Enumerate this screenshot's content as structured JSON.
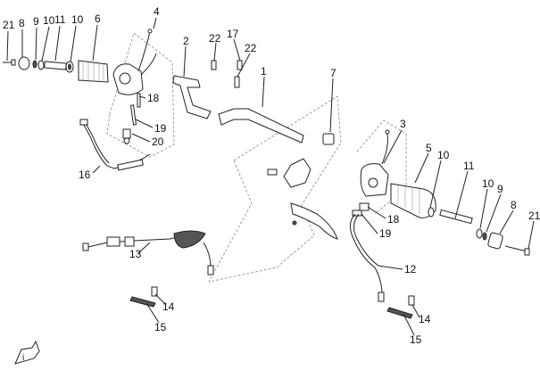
{
  "labels": {
    "n21_left": "21",
    "n8_left": "8",
    "n9_left": "9",
    "n10_left_a": "10",
    "n11_left": "11",
    "n10_left_b": "10",
    "n6": "6",
    "n4": "4",
    "n2": "2",
    "n22_a": "22",
    "n17": "17",
    "n22_b": "22",
    "n1": "1",
    "n7": "7",
    "n18_left": "18",
    "n19_left": "19",
    "n20": "20",
    "n16": "16",
    "n3": "3",
    "n5": "5",
    "n10_right_a": "10",
    "n11_right": "11",
    "n10_right_b": "10",
    "n9_right": "9",
    "n8_right": "8",
    "n21_right": "21",
    "n18_right": "18",
    "n19_right": "19",
    "n13": "13",
    "n12": "12",
    "n14_left": "14",
    "n15_left": "15",
    "n14_right": "14",
    "n15_right": "15"
  },
  "direction_badge": "i"
}
